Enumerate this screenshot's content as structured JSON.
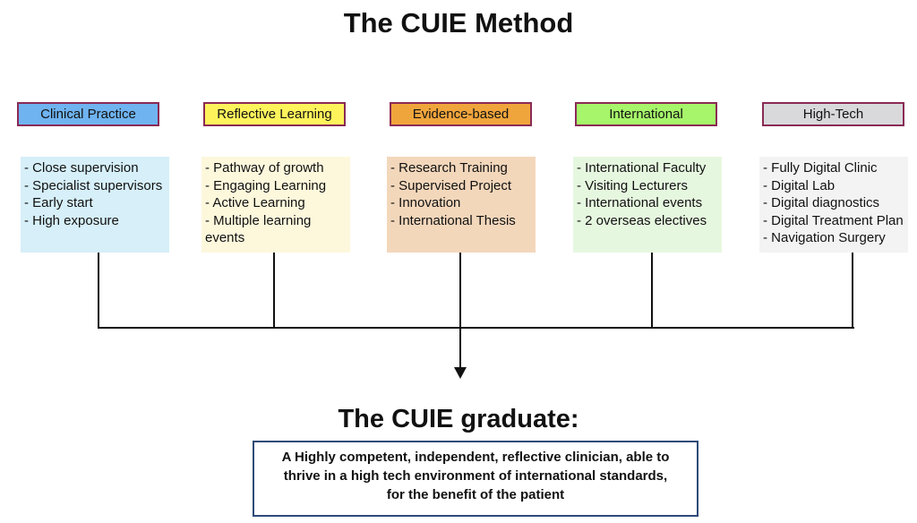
{
  "title": "The CUIE Method",
  "pillars": [
    {
      "label": "Clinical Practice",
      "color": "#6fb3f0",
      "bg": "#d6eff9",
      "items": [
        "- Close supervision",
        "- Specialist supervisors",
        "- Early start",
        "- High exposure"
      ]
    },
    {
      "label": "Reflective Learning",
      "color": "#fff35c",
      "bg": "#fdf8dc",
      "items": [
        "- Pathway of growth",
        "- Engaging Learning",
        "- Active Learning",
        "- Multiple learning",
        "events"
      ]
    },
    {
      "label": "Evidence-based",
      "color": "#f0a53c",
      "bg": "#f3d7bb",
      "items": [
        "- Research Training",
        "- Supervised Project",
        "- Innovation",
        "- International Thesis"
      ]
    },
    {
      "label": "International",
      "color": "#a6f56a",
      "bg": "#e6f7df",
      "items": [
        "- International Faculty",
        "- Visiting Lecturers",
        "- International events",
        "- 2 overseas electives"
      ]
    },
    {
      "label": "High-Tech",
      "color": "#d9d9dc",
      "bg": "#f3f3f3",
      "items": [
        "- Fully Digital Clinic",
        "- Digital Lab",
        "- Digital diagnostics",
        "- Digital Treatment Plan",
        "- Navigation Surgery"
      ]
    }
  ],
  "graduate": {
    "title": "The CUIE graduate:",
    "lines": [
      "A Highly competent, independent, reflective clinician, able to",
      "thrive in a high tech environment of international standards,",
      "for the benefit of the patient"
    ]
  }
}
